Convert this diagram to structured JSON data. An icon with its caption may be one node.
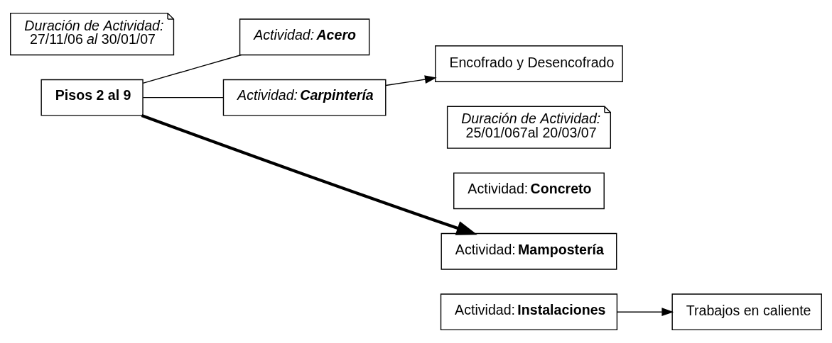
{
  "diagram": {
    "nodes": [
      {
        "text": [
          "*Duración de Actividad:* 27/11/06 *al* 30/01/07"
        ]
      },
      {
        "text": [
          "Pisos 2 al 9"
        ]
      },
      {
        "text": [
          "Actividad: **Acero**"
        ]
      },
      {
        "text": [
          "Actividad: **Carpintería**"
        ]
      },
      {
        "text": [
          "Encofrado y Desencofrado"
        ]
      },
      {
        "text": [
          "*Duración de Actividad:* 25/01/067al 20/03/07"
        ]
      },
      {
        "text": [
          "Actividad: **Concreto**"
        ]
      },
      {
        "text": [
          "Actividad: **Mampostería**"
        ]
      },
      {
        "text": [
          "Actividad: **Instalaciones**"
        ]
      },
      {
        "text": [
          "Trabajos en caliente"
        ]
      }
    ],
    "edges": [
      {
        "from": 1,
        "to": 2,
        "arrow": "none"
      },
      {
        "from": 1,
        "to": 3,
        "arrow": "none"
      },
      {
        "from": 3,
        "to": 4,
        "arrow": "to"
      },
      {
        "from": 1,
        "to": 7,
        "arrow": "to",
        "style": "thick"
      },
      {
        "from": 8,
        "to": 9,
        "arrow": "to"
      }
    ]
  }
}
